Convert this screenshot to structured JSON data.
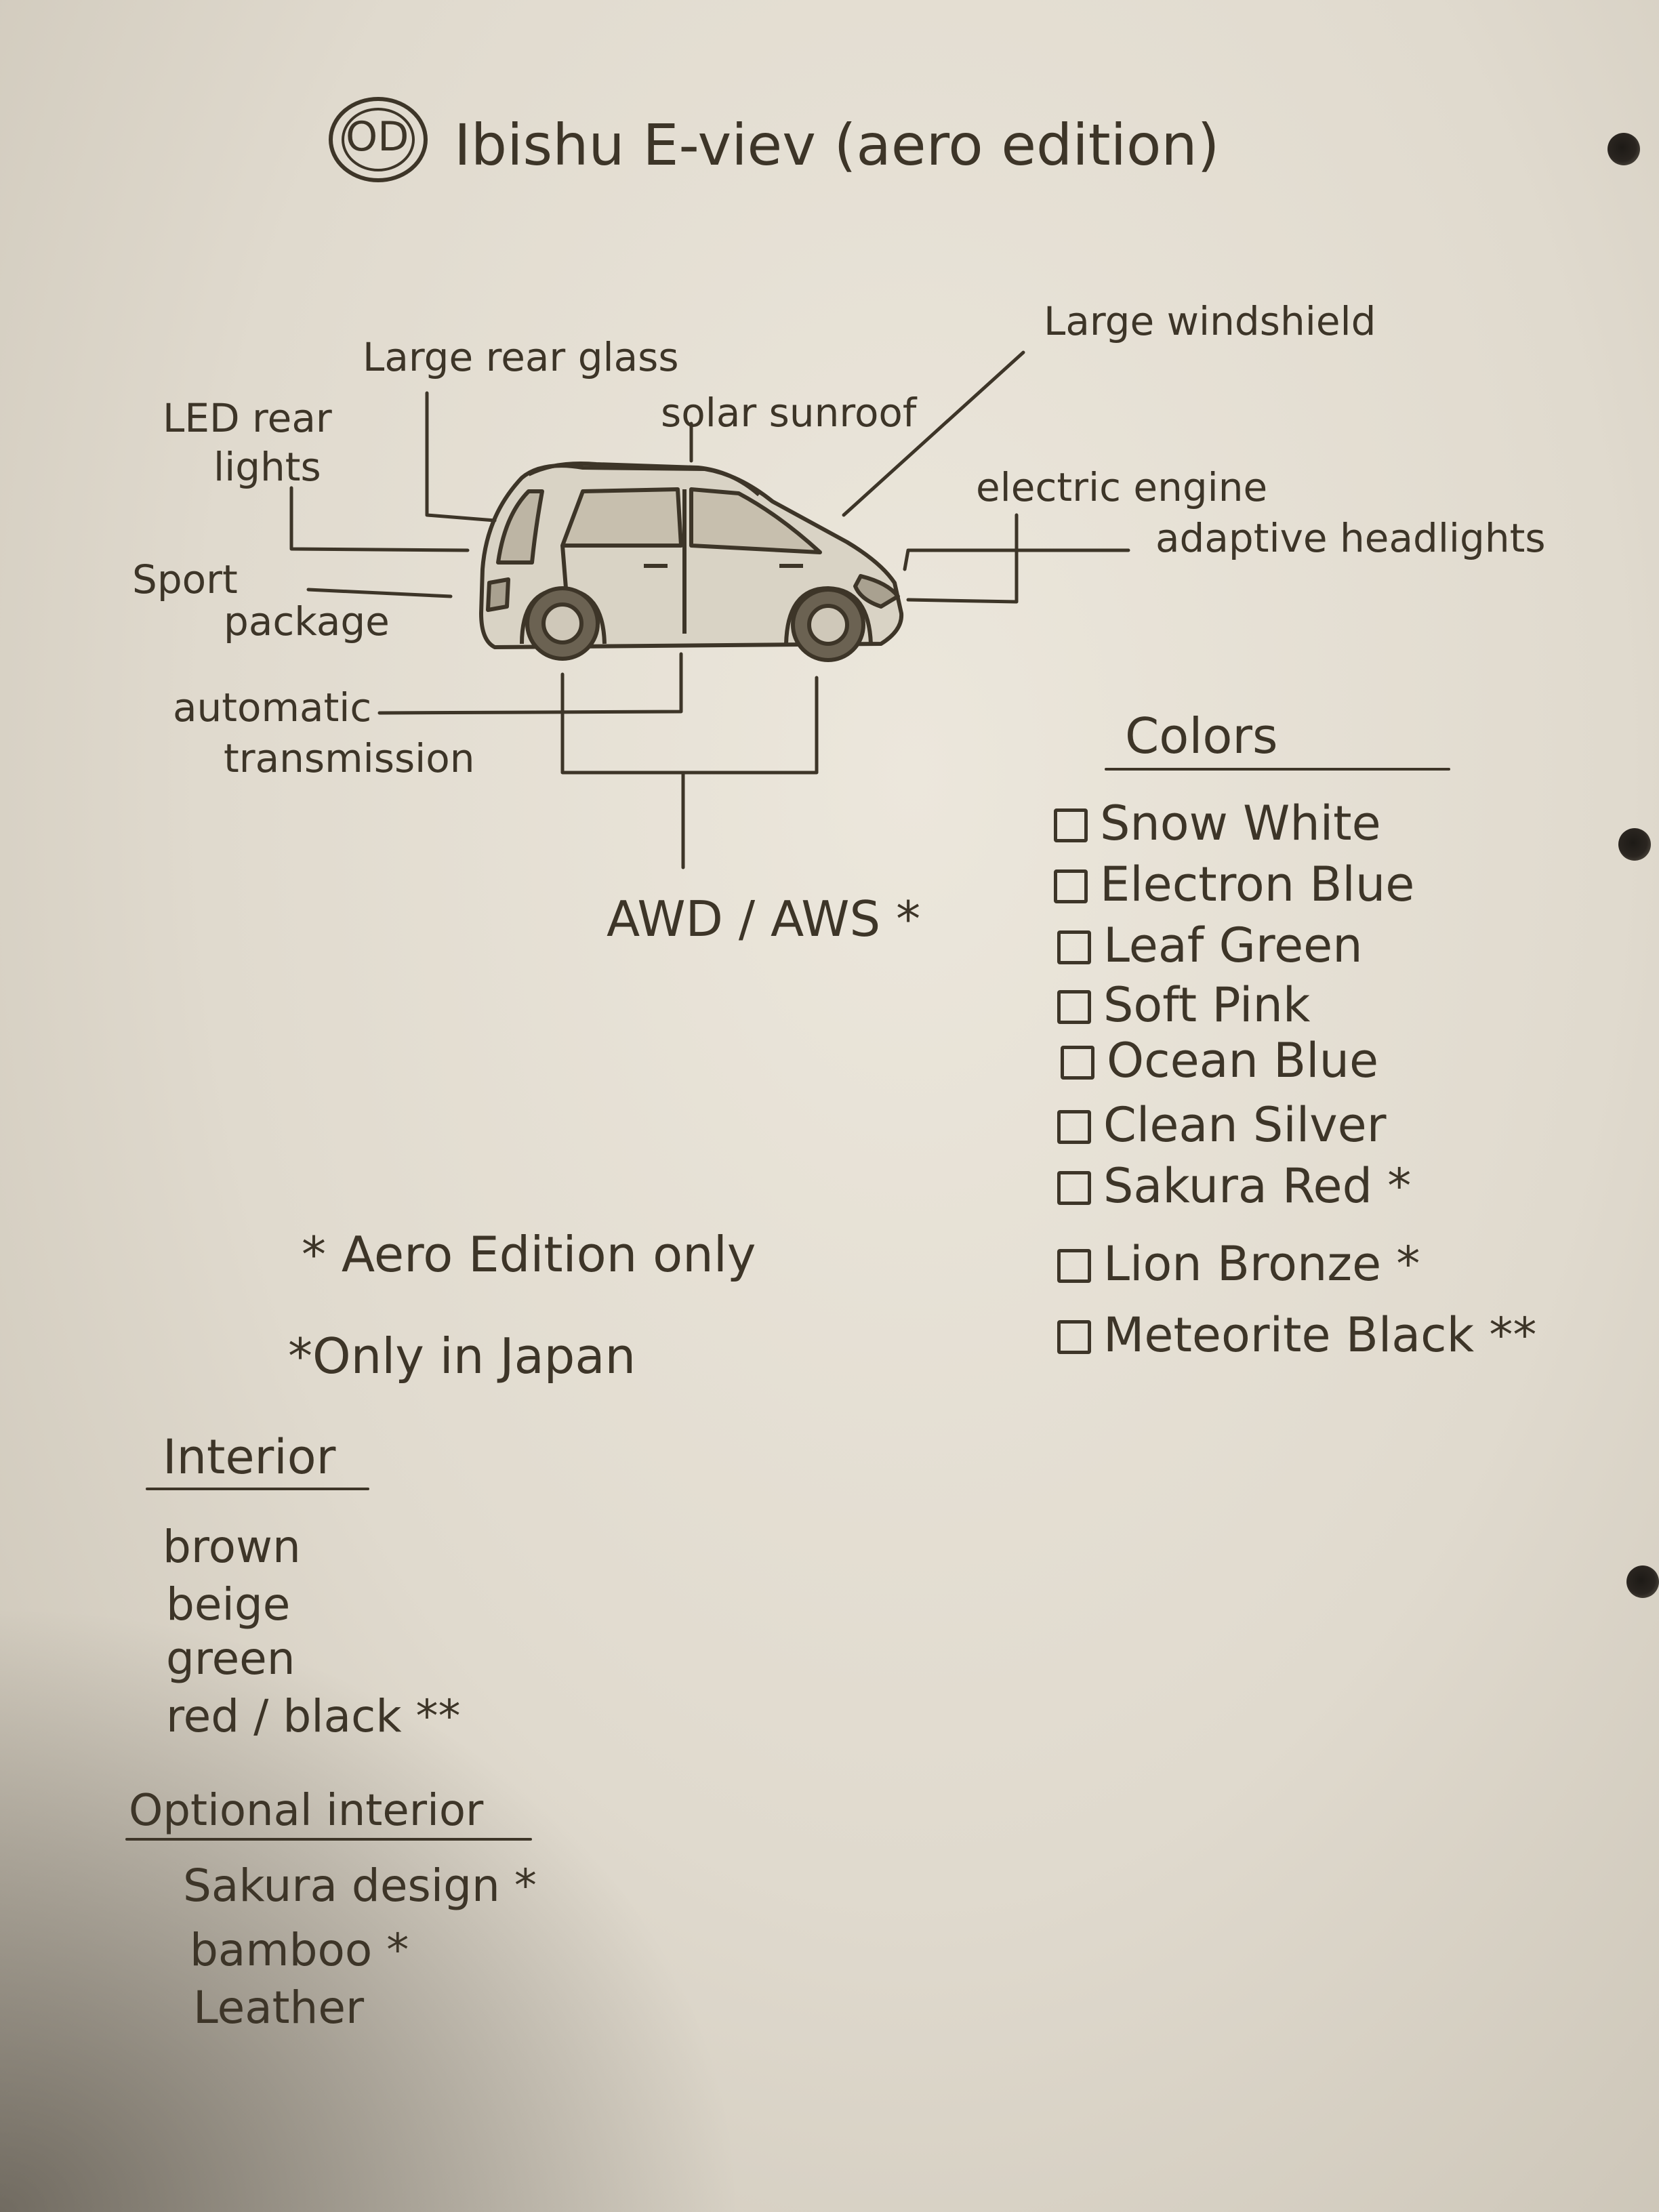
{
  "title": {
    "logo_text": "OD",
    "text": "Ibishu  E-viev (aero edition)"
  },
  "car_labels": {
    "large_rear_glass": "Large rear glass",
    "solar_sunroof": "solar sunroof",
    "large_windshield": "Large windshield",
    "led_rear_lights_line1": "LED rear",
    "led_rear_lights_line2": "lights",
    "electric_engine": "electric engine",
    "adaptive_headlights": "adaptive headlights",
    "sport_package_line1": "Sport",
    "sport_package_line2": "package",
    "automatic_transmission_line1": "automatic",
    "automatic_transmission_line2": "transmission",
    "awd_aws": "AWD / AWS *"
  },
  "colors": {
    "heading": "Colors",
    "items": [
      "Snow White",
      "Electron Blue",
      "Leaf Green",
      "Soft Pink",
      "Ocean Blue",
      "Clean Silver",
      "Sakura Red *",
      "Lion Bronze *",
      "Meteorite Black **"
    ]
  },
  "notes": {
    "aero_only": "* Aero Edition only",
    "japan_only": "*Only in Japan"
  },
  "interior": {
    "heading": "Interior",
    "items": [
      "brown",
      "beige",
      "green",
      "red / black **"
    ]
  },
  "optional_interior": {
    "heading": "Optional interior",
    "items": [
      "Sakura design *",
      "bamboo *",
      "Leather"
    ]
  }
}
